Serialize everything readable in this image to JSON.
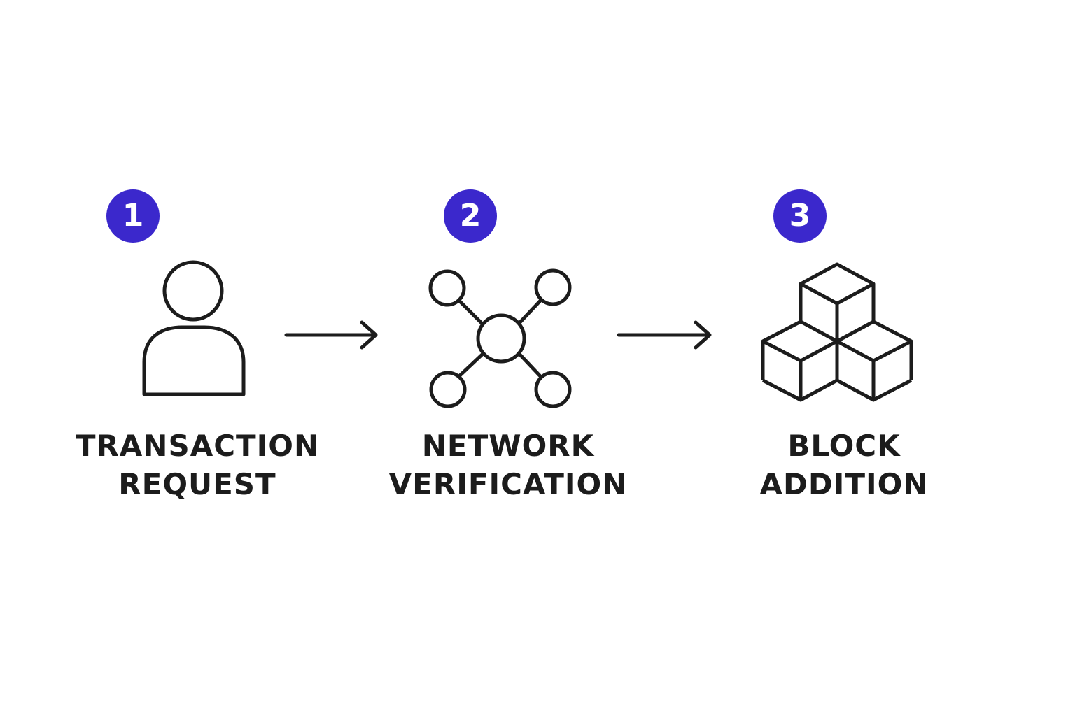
{
  "colors": {
    "badge": "#3b28cc",
    "stroke": "#1c1c1c",
    "background": "#ffffff"
  },
  "steps": [
    {
      "number": "1",
      "icon": "user-icon",
      "label_line1": "TRANSACTION",
      "label_line2": "REQUEST"
    },
    {
      "number": "2",
      "icon": "network-icon",
      "label_line1": "NETWORK",
      "label_line2": "VERIFICATION"
    },
    {
      "number": "3",
      "icon": "blocks-icon",
      "label_line1": "BLOCK",
      "label_line2": "ADDITION"
    }
  ],
  "connectors": [
    "arrow-right-icon",
    "arrow-right-icon"
  ]
}
